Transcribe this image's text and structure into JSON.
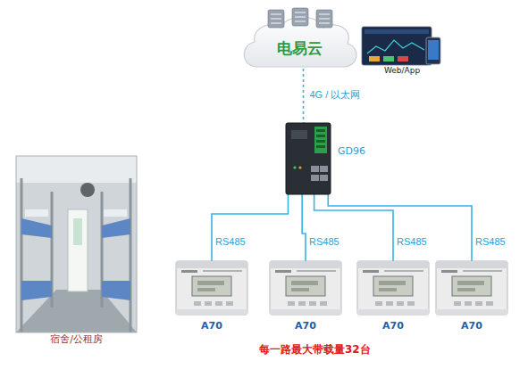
{
  "diagram": {
    "nodes": [
      {
        "text": [
          "电易云"
        ]
      },
      {
        "text": [
          "Web/App"
        ]
      },
      {
        "text": [
          "GD96"
        ]
      },
      {
        "text": [
          "宿舍/公租房"
        ]
      },
      {
        "text": [
          "A70"
        ]
      },
      {
        "text": [
          "A70"
        ]
      },
      {
        "text": [
          "A70"
        ]
      },
      {
        "text": [
          "A70"
        ]
      }
    ],
    "edges": [
      {
        "from": 0,
        "to": 2,
        "arrow": "none",
        "label": "4G / 以太网"
      },
      {
        "from": 2,
        "to": 4,
        "arrow": "none",
        "label": "RS485"
      },
      {
        "from": 2,
        "to": 5,
        "arrow": "none",
        "label": "RS485"
      },
      {
        "from": 2,
        "to": 6,
        "arrow": "none",
        "label": "RS485"
      },
      {
        "from": 2,
        "to": 7,
        "arrow": "none",
        "label": "RS485"
      }
    ],
    "labels": [
      "每一路最大带载量32台"
    ]
  }
}
